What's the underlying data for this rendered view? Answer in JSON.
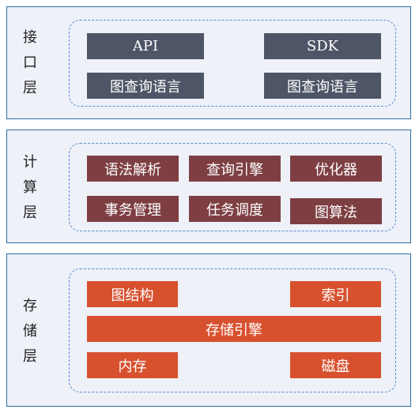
{
  "colors": {
    "layer_bg": "#eef1f7",
    "layer_border": "#2e6da4",
    "dashed_border": "#5b8bd4",
    "interface_box": "#4d5566",
    "compute_box": "#7e3f43",
    "storage_box": "#d8512f"
  },
  "interface_layer": {
    "label": "接口层",
    "boxes": [
      "API",
      "SDK",
      "图查询语言",
      "图查询语言"
    ]
  },
  "compute_layer": {
    "label": "计算层",
    "boxes": [
      "语法解析",
      "查询引擎",
      "优化器",
      "事务管理",
      "任务调度",
      "图算法"
    ]
  },
  "storage_layer": {
    "label": "存储层",
    "boxes": [
      "图结构",
      "索引",
      "存储引擎",
      "内存",
      "磁盘"
    ]
  }
}
